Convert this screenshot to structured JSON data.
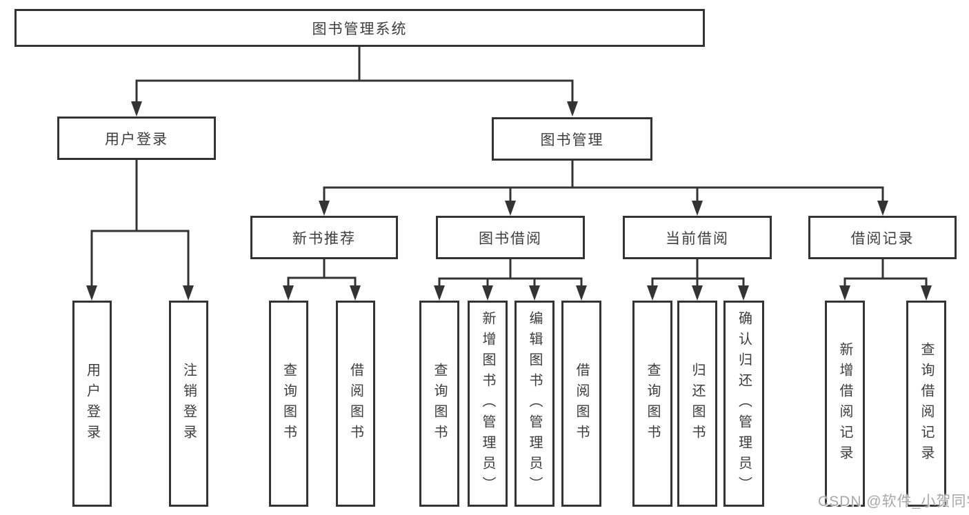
{
  "colors": {
    "line": "#333333",
    "text": "#3d3d3d",
    "bg": "#ffffff",
    "watermark": "#a8a8a8"
  },
  "nodes": {
    "root": "图书管理系统",
    "level2": [
      "用户登录",
      "图书管理"
    ],
    "level3": [
      "新书推荐",
      "图书借阅",
      "当前借阅",
      "借阅记录"
    ],
    "leaves": [
      "用户登录",
      "注销登录",
      "查询图书",
      "借阅图书",
      "查询图书",
      "新增图书（管理员）",
      "编辑图书（管理员）",
      "借阅图书",
      "查询图书",
      "归还图书",
      "确认归还（管理员）",
      "新增借阅记录",
      "查询借阅记录"
    ]
  },
  "watermark": "CSDN @软件_小贺同学"
}
